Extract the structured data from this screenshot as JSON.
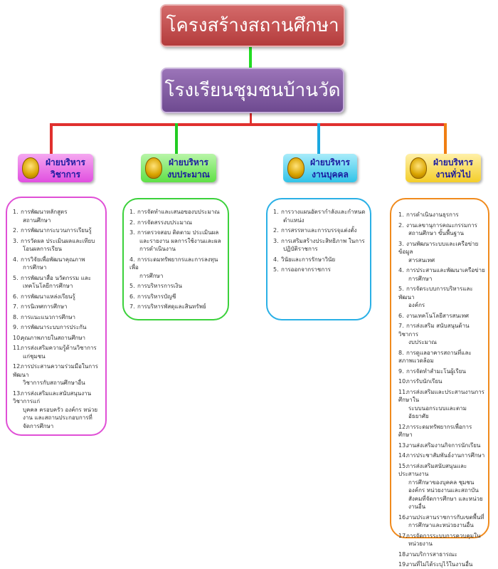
{
  "title": "โครงสร้างสถานศึกษา",
  "school": "โรงเรียนชุมชนบ้านวัด",
  "departments": [
    {
      "line1": "ฝ่ายบริหาร",
      "line2": "วิชาการ",
      "head_color": "#e14fe0",
      "line_color": "#e0302e",
      "border_color": "#e04fd6",
      "items": [
        {
          "n": "1.",
          "t": "การพัฒนาหลักสูตร",
          "s": "สถานศึกษา"
        },
        {
          "n": "2.",
          "t": "การพัฒนากระบวนการเรียนรู้",
          "s": ""
        },
        {
          "n": "3.",
          "t": "การวัดผล ประเมินผลและเทียบ",
          "s": "โอนผลการเรียน"
        },
        {
          "n": "4.",
          "t": "การวิจัยเพื่อพัฒนาคุณภาพ",
          "s": "การศึกษา"
        },
        {
          "n": "5.",
          "t": "การพัฒนาสื่อ นวัตกรรม และ",
          "s": "เทคโนโลยีการศึกษา"
        },
        {
          "n": "6.",
          "t": "การพัฒนาแหล่งเรียนรู้",
          "s": ""
        },
        {
          "n": "7.",
          "t": "การนิเทศการศึกษา",
          "s": ""
        },
        {
          "n": "8.",
          "t": "การแนะแนวการศึกษา",
          "s": ""
        },
        {
          "n": "9.",
          "t": "การพัฒนาระบบการประกัน",
          "s": ""
        },
        {
          "n": "10.",
          "t": "คุณภาพภายในสถานศึกษา",
          "s": ""
        },
        {
          "n": "11.",
          "t": "การส่งเสริมความรู้ด้านวิชาการ",
          "s": "แก่ชุมชน"
        },
        {
          "n": "12.",
          "t": "การประสานความร่วมมือในการพัฒนา",
          "s": "วิชาการกับสถานศึกษาอื่น"
        },
        {
          "n": "13.",
          "t": "การส่งเสริมและสนับสนุนงานวิชาการแก่",
          "s": "บุคคล ครอบครัว องค์กร หน่วยงาน และสถานประกอบการที่จัดการศึกษา"
        }
      ]
    },
    {
      "line1": "ฝ่ายบริหาร",
      "line2": "งบประมาณ",
      "head_color": "#5fe046",
      "line_color": "#22cc22",
      "border_color": "#3bd13b",
      "items": [
        {
          "n": "1.",
          "t": "การจัดทำและเสนอของบประมาณ",
          "s": ""
        },
        {
          "n": "2.",
          "t": "การจัดสรรงบประมาณ",
          "s": ""
        },
        {
          "n": "3.",
          "t": "การตรวจสอบ ติดตาม ประเมินผล",
          "s": "และรายงาน ผลการใช้งานและผลการดำเนินงาน"
        },
        {
          "n": "4.",
          "t": "การระดมทรัพยากรและการลงทุนเพื่อ",
          "s": "การศึกษา"
        },
        {
          "n": "5.",
          "t": "การบริหารการเงิน",
          "s": ""
        },
        {
          "n": "6.",
          "t": "การบริหารบัญชี",
          "s": ""
        },
        {
          "n": "7.",
          "t": "การบริหารพัสดุและสินทรัพย์",
          "s": ""
        }
      ]
    },
    {
      "line1": "ฝ่ายบริหาร",
      "line2": "งานบุคคล",
      "head_color": "#32c4e8",
      "line_color": "#1aa8e0",
      "border_color": "#2ab0e6",
      "items": [
        {
          "n": "1.",
          "t": "การวางแผนอัตรากำลังและกำหนด",
          "s": "ตำแหน่ง"
        },
        {
          "n": "2.",
          "t": "การสรรหาและการบรรจุแต่งตั้ง",
          "s": ""
        },
        {
          "n": "3.",
          "t": "การเสริมสร้างประสิทธิภาพ ในการ",
          "s": "ปฏิบัติราชการ"
        },
        {
          "n": "4.",
          "t": "วินัยและการรักษาวินัย",
          "s": ""
        },
        {
          "n": "5.",
          "t": "การออกจากราชการ",
          "s": ""
        }
      ]
    },
    {
      "line1": "ฝ่ายบริหาร",
      "line2": "งานทั่วไป",
      "head_color": "#f4ce2a",
      "line_color": "#f07e12",
      "border_color": "#f08a1c",
      "items": [
        {
          "n": "1.",
          "t": "การดำเนินงานธุรการ",
          "s": ""
        },
        {
          "n": "2.",
          "t": "งานเลขานุการคณะกรรมการ",
          "s": "สถานศึกษา ขั้นพื้นฐาน"
        },
        {
          "n": "3.",
          "t": "งานพัฒนาระบบและเครือข่ายข้อมูล",
          "s": "สารสนเทศ"
        },
        {
          "n": "4.",
          "t": "การประสานและพัฒนาเครือข่าย",
          "s": "การศึกษา"
        },
        {
          "n": "5.",
          "t": "การจัดระบบการบริหารและพัฒนา",
          "s": "องค์กร"
        },
        {
          "n": "6.",
          "t": "งานเทคโนโลยีสารสนเทศ",
          "s": ""
        },
        {
          "n": "7.",
          "t": "การส่งเสริม สนับสนุนด้านวิชาการ",
          "s": "งบประมาณ"
        },
        {
          "n": "8.",
          "t": "การดูแลอาคารสถานที่และสภาพแวดล้อม",
          "s": ""
        },
        {
          "n": "9.",
          "t": "การจัดทำสำมะโนผู้เรียน",
          "s": ""
        },
        {
          "n": "10.",
          "t": "การรับนักเรียน",
          "s": ""
        },
        {
          "n": "11.",
          "t": "การส่งเสริมและประสานงานการศึกษาใน",
          "s": "ระบบนอกระบบและตามอัธยาศัย"
        },
        {
          "n": "12.",
          "t": "การระดมทรัพยากรเพื่อการศึกษา",
          "s": ""
        },
        {
          "n": "13.",
          "t": "งานส่งเสริมงานกิจการนักเรียน",
          "s": ""
        },
        {
          "n": "14.",
          "t": "การประชาสัมพันธ์งานการศึกษา",
          "s": ""
        },
        {
          "n": "15.",
          "t": "การส่งเสริมสนับสนุนและประสานงาน",
          "s": "การศึกษาของบุคคล ชุมชน องค์กร หน่วยงานและสถาบันสังคมที่จัดการศึกษา และหน่วยงานอื่น"
        },
        {
          "n": "16.",
          "t": "งานประสานราชการกับเขตพื้นที่",
          "s": "การศึกษาและหน่วยงานอื่น"
        },
        {
          "n": "17.",
          "t": "การจัดการระบบการควบคุมใน",
          "s": "หน่วยงาน"
        },
        {
          "n": "18.",
          "t": "งานบริการสาธารณะ",
          "s": ""
        },
        {
          "n": "19.",
          "t": "งานที่ไม่ได้ระบุไว้ในงานอื่น",
          "s": ""
        }
      ]
    }
  ]
}
